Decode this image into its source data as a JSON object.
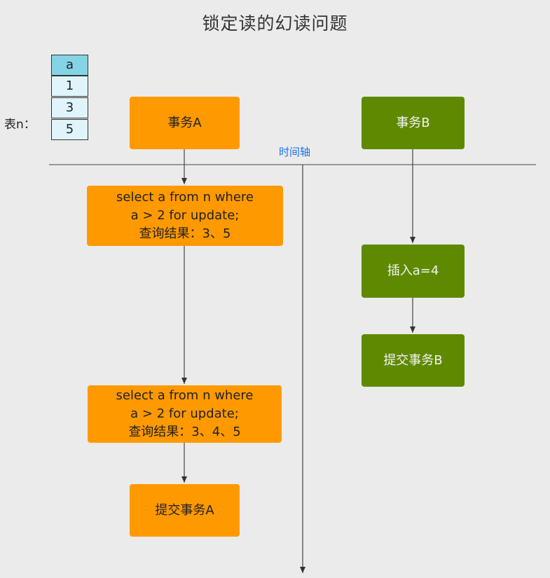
{
  "title": "锁定读的幻读问题",
  "table": {
    "label": "表n：",
    "header": "a",
    "rows": [
      "1",
      "3",
      "5"
    ]
  },
  "timeline": {
    "label": "时间轴"
  },
  "transaction_a": {
    "start": "事务A",
    "query1": [
      "select a from n where",
      "a > 2 for update;",
      "查询结果：3、5"
    ],
    "query2": [
      "select a from n where",
      "a > 2 for update;",
      "查询结果：3、4、5"
    ],
    "commit": "提交事务A"
  },
  "transaction_b": {
    "start": "事务B",
    "insert": "插入a=4",
    "commit": "提交事务B"
  },
  "colors": {
    "transaction_a": "#ff9900",
    "transaction_b": "#5f8a00",
    "table_header": "#84d4e6",
    "table_cell": "#dff5fb",
    "timeline_label": "#1a73e8"
  }
}
